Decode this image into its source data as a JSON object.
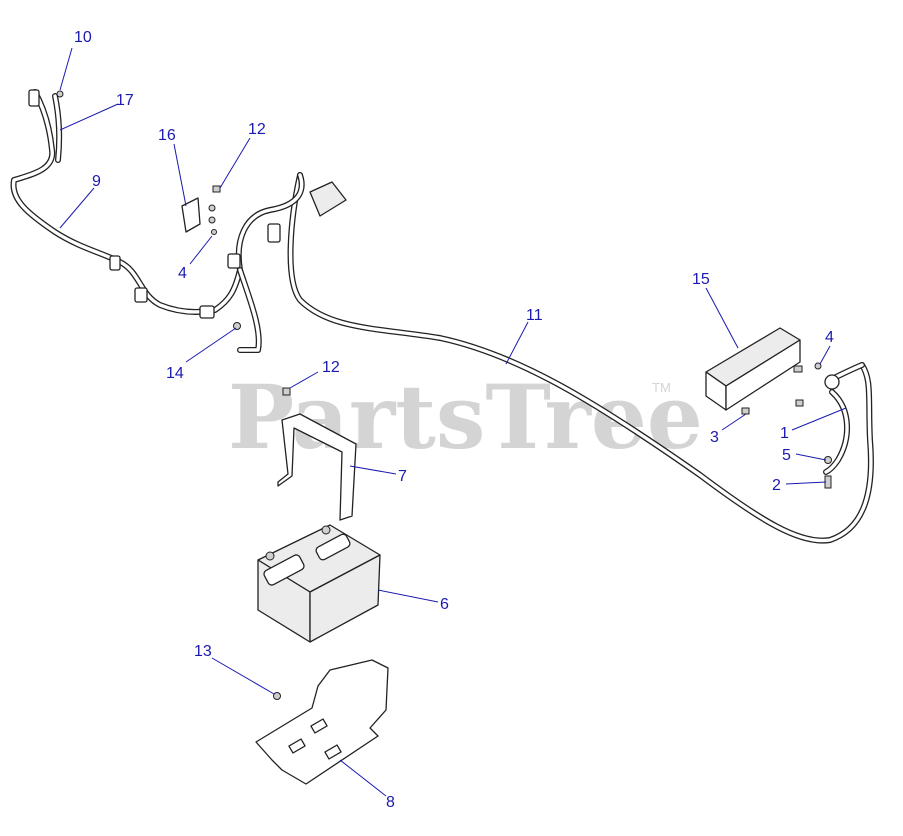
{
  "watermark": {
    "text": "PartsTree",
    "trademark": "TM"
  },
  "callouts": [
    {
      "id": "c10",
      "label": "10"
    },
    {
      "id": "c17",
      "label": "17"
    },
    {
      "id": "c9",
      "label": "9"
    },
    {
      "id": "c16",
      "label": "16"
    },
    {
      "id": "c12a",
      "label": "12"
    },
    {
      "id": "c4a",
      "label": "4"
    },
    {
      "id": "c14",
      "label": "14"
    },
    {
      "id": "c12b",
      "label": "12"
    },
    {
      "id": "c11",
      "label": "11"
    },
    {
      "id": "c15",
      "label": "15"
    },
    {
      "id": "c4b",
      "label": "4"
    },
    {
      "id": "c3",
      "label": "3"
    },
    {
      "id": "c1",
      "label": "1"
    },
    {
      "id": "c5",
      "label": "5"
    },
    {
      "id": "c2",
      "label": "2"
    },
    {
      "id": "c7",
      "label": "7"
    },
    {
      "id": "c6",
      "label": "6"
    },
    {
      "id": "c13",
      "label": "13"
    },
    {
      "id": "c8",
      "label": "8"
    }
  ],
  "colors": {
    "callout": "#1a1ab0",
    "watermark": "#d4d4d4",
    "line": "#222222"
  }
}
